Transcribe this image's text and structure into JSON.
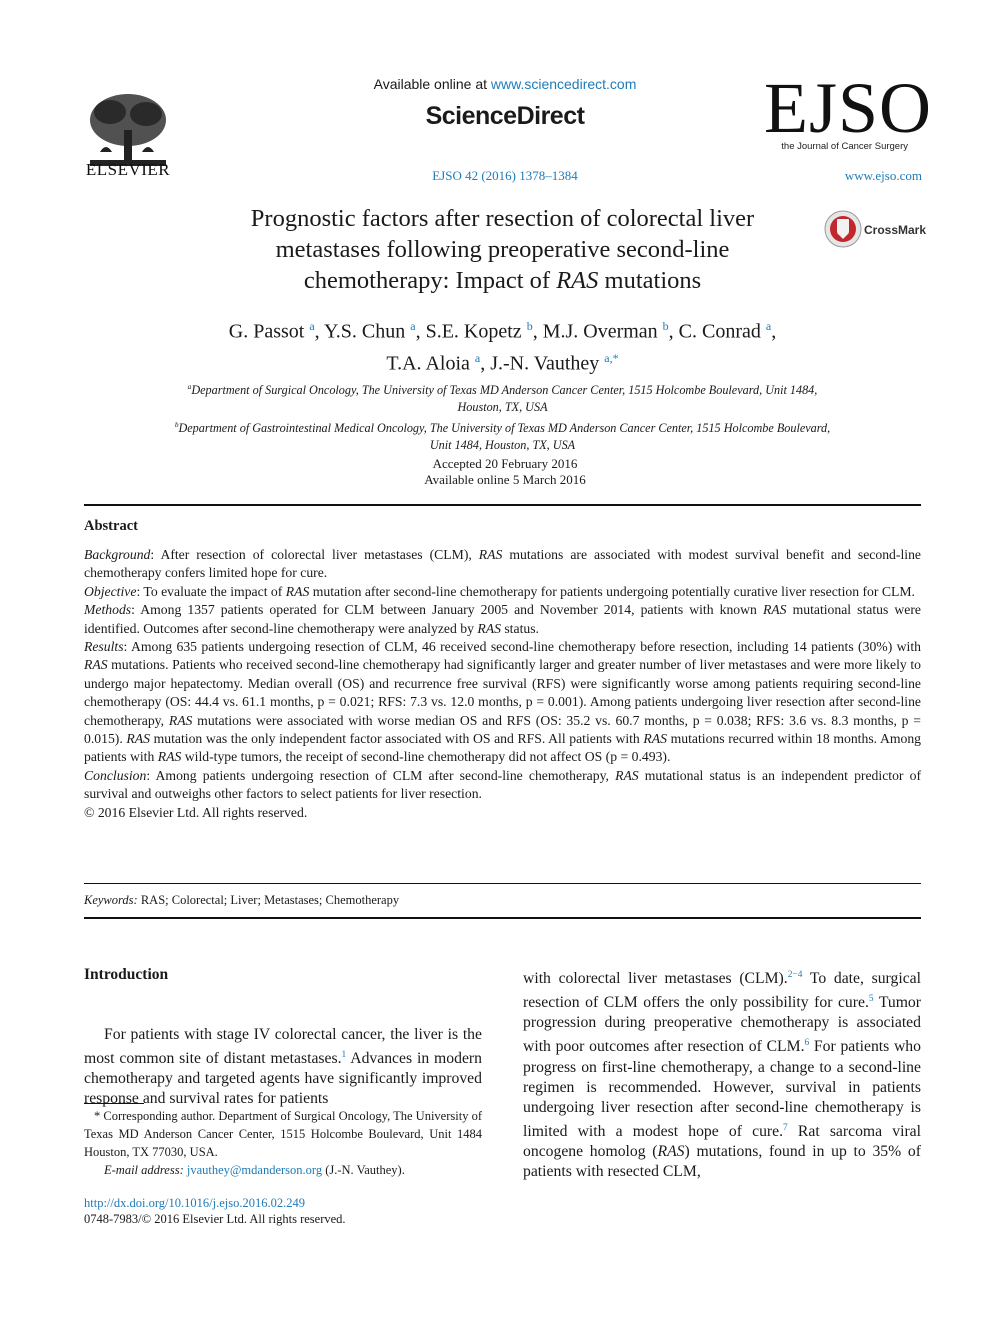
{
  "header": {
    "publisher": "ELSEVIER",
    "available_prefix": "Available online at ",
    "available_link": "www.sciencedirect.com",
    "platform": "ScienceDirect",
    "journal_logo": "EJSO",
    "journal_subtitle": "the Journal of Cancer Surgery",
    "citation": "EJSO 42 (2016) 1378–1384",
    "journal_url": "www.ejso.com",
    "crossmark": "CrossMark"
  },
  "article": {
    "title_main": "Prognostic factors after resection of colorectal liver metastases following preoperative second-line chemotherapy: Impact of ",
    "title_italic": "RAS",
    "title_end": " mutations",
    "authors": [
      {
        "name": "G. Passot",
        "sup": "a"
      },
      {
        "name": "Y.S. Chun",
        "sup": "a"
      },
      {
        "name": "S.E. Kopetz",
        "sup": "b"
      },
      {
        "name": "M.J. Overman",
        "sup": "b"
      },
      {
        "name": "C. Conrad",
        "sup": "a"
      },
      {
        "name": "T.A. Aloia",
        "sup": "a"
      },
      {
        "name": "J.-N. Vauthey",
        "sup": "a,*"
      }
    ],
    "affiliations": [
      {
        "sup": "a",
        "text": "Department of Surgical Oncology, The University of Texas MD Anderson Cancer Center, 1515 Holcombe Boulevard, Unit 1484, Houston, TX, USA"
      },
      {
        "sup": "b",
        "text": "Department of Gastrointestinal Medical Oncology, The University of Texas MD Anderson Cancer Center, 1515 Holcombe Boulevard, Unit 1484, Houston, TX, USA"
      }
    ],
    "accepted": "Accepted 20 February 2016",
    "available_online": "Available online 5 March 2016"
  },
  "abstract": {
    "heading": "Abstract",
    "background_label": "Background",
    "background_a": ": After resection of colorectal liver metastases (CLM), ",
    "ras": "RAS",
    "background_b": " mutations are associated with modest survival benefit and second-line chemotherapy confers limited hope for cure.",
    "objective_label": "Objective",
    "objective_a": ": To evaluate the impact of ",
    "objective_b": " mutation after second-line chemotherapy for patients undergoing potentially curative liver resection for CLM.",
    "methods_label": "Methods",
    "methods_a": ": Among 1357 patients operated for CLM between January 2005 and November 2014, patients with known ",
    "methods_b": " mutational status were identified. Outcomes after second-line chemotherapy were analyzed by ",
    "methods_c": " status.",
    "results_label": "Results",
    "results_a": ": Among 635 patients undergoing resection of CLM, 46 received second-line chemotherapy before resection, including 14 patients (30%) with ",
    "results_b": " mutations. Patients who received second-line chemotherapy had significantly larger and greater number of liver metastases and were more likely to undergo major hepatectomy. Median overall (OS) and recurrence free survival (RFS) were significantly worse among patients requiring second-line chemotherapy (OS: 44.4 vs. 61.1 months, p = 0.021; RFS: 7.3 vs. 12.0 months, p = 0.001). Among patients undergoing liver resection after second-line chemotherapy, ",
    "results_c": " mutations were associated with worse median OS and RFS (OS: 35.2 vs. 60.7 months, p = 0.038; RFS: 3.6 vs. 8.3 months, p = 0.015). ",
    "results_d": " mutation was the only independent factor associated with OS and RFS. All patients with ",
    "results_e": " mutations recurred within 18 months. Among patients with ",
    "results_f": " wild-type tumors, the receipt of second-line chemotherapy did not affect OS (p = 0.493).",
    "conclusion_label": "Conclusion",
    "conclusion_a": ": Among patients undergoing resection of CLM after second-line chemotherapy, ",
    "conclusion_b": " mutational status is an independent predictor of survival and outweighs other factors to select patients for liver resection.",
    "copyright": "© 2016 Elsevier Ltd. All rights reserved."
  },
  "keywords": {
    "label": "Keywords:",
    "text": " RAS; Colorectal; Liver; Metastases; Chemotherapy"
  },
  "introduction": {
    "heading": "Introduction",
    "left_a": "For patients with stage IV colorectal cancer, the liver is the most common site of distant metastases.",
    "ref1": "1",
    "left_b": " Advances in modern chemotherapy and targeted agents have significantly improved response and survival rates for patients",
    "right_a": "with colorectal liver metastases (CLM).",
    "ref2": "2−4",
    "right_b": " To date, surgical resection of CLM offers the only possibility for cure.",
    "ref5": "5",
    "right_c": " Tumor progression during preoperative chemotherapy is associated with poor outcomes after resection of CLM.",
    "ref6": "6",
    "right_d": " For patients who progress on first-line chemotherapy, a change to a second-line regimen is recommended. However, survival in patients undergoing liver resection after second-line chemotherapy is limited with a modest hope of cure.",
    "ref7": "7",
    "right_e": " Rat sarcoma viral oncogene homolog (",
    "ras": "RAS",
    "right_f": ") mutations, found in up to 35% of patients with resected CLM,"
  },
  "footnote": {
    "corr": "* Corresponding author. Department of Surgical Oncology, The University of Texas MD Anderson Cancer Center, 1515 Holcombe Boulevard, Unit 1484 Houston, TX 77030, USA.",
    "email_label": "E-mail address: ",
    "email": "jvauthey@mdanderson.org",
    "email_who": " (J.-N. Vauthey)."
  },
  "footer": {
    "doi": "http://dx.doi.org/10.1016/j.ejso.2016.02.249",
    "issn": "0748-7983/© 2016 Elsevier Ltd. All rights reserved."
  },
  "colors": {
    "link": "#1f7bb8",
    "crossmark_red": "#c0282d"
  }
}
